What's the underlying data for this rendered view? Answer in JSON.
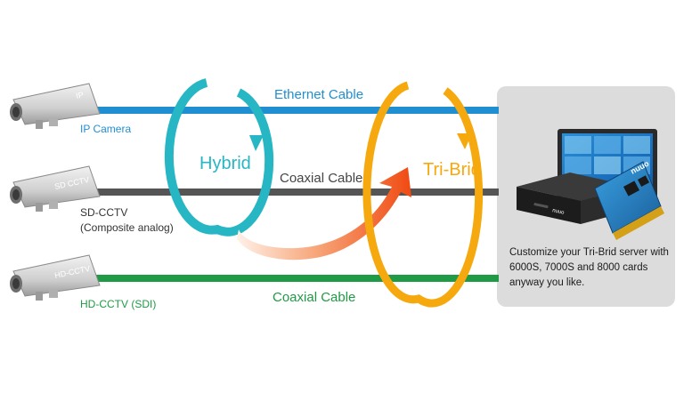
{
  "cameras": [
    {
      "body_label": "IP",
      "label": "IP Camera",
      "label_color": "#1f8fd1"
    },
    {
      "body_label": "SD CCTV",
      "label": "SD-CCTV",
      "sublabel": "(Composite analog)",
      "label_color": "#333333"
    },
    {
      "body_label": "HD-CCTV",
      "label": "HD-CCTV (SDI)",
      "label_color": "#1f9a45"
    }
  ],
  "cables": [
    {
      "label": "Ethernet Cable",
      "color": "#1f8fd1"
    },
    {
      "label": "Coaxial Cable",
      "color": "#555555"
    },
    {
      "label": "Coaxial Cable",
      "color": "#1f9a45"
    }
  ],
  "loops": {
    "hybrid": {
      "label": "Hybrid",
      "color": "#27b6c4"
    },
    "tribrid": {
      "label": "Tri-Brid",
      "color": "#f6a90e"
    }
  },
  "panel": {
    "text": "Customize your Tri-Brid server with 6000S, 7000S and 8000 cards anyway you like.",
    "server_brand": "nuuo",
    "card_brand": "nuuo"
  },
  "colors": {
    "panel_bg": "#dcdcdc",
    "arrow_start": "#ffe3d2",
    "arrow_end": "#f04a12"
  }
}
